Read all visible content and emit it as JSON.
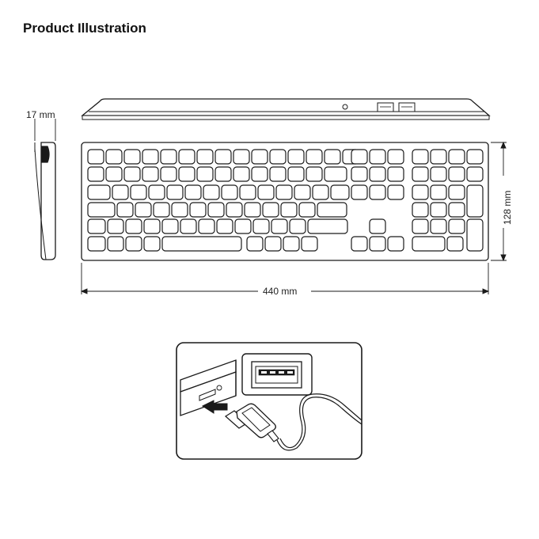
{
  "title": "Product Illustration",
  "dimensions": {
    "depth": "17 mm",
    "height": "128 mm",
    "width": "440 mm"
  },
  "colors": {
    "line": "#1a1a1a",
    "fill": "#ffffff"
  },
  "icons": [
    "keyboard-top-view",
    "keyboard-side-view",
    "keyboard-front-view",
    "usb-port",
    "usb-plug",
    "insert-arrow-icon"
  ]
}
